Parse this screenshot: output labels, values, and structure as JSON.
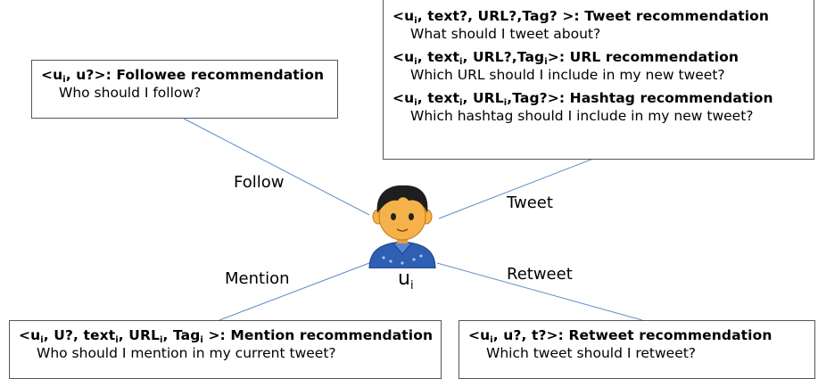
{
  "center_node": {
    "label_main": "u",
    "label_sub": "i"
  },
  "edges": {
    "follow": "Follow",
    "tweet": "Tweet",
    "mention": "Mention",
    "retweet": "Retweet"
  },
  "boxes": {
    "followee": {
      "heading_parts": [
        "<u",
        "i",
        ", u?>: Followee recommendation"
      ],
      "question": "Who should I follow?"
    },
    "tweet": {
      "items": [
        {
          "heading_parts": [
            "<u",
            "i",
            ", text?, URL?,Tag? >: Tweet recommendation"
          ],
          "question": "What should I tweet about?"
        },
        {
          "heading_parts": [
            "<u",
            "i",
            ", text",
            "i",
            ", URL?,Tag",
            "i",
            ">: URL recommendation"
          ],
          "question": "Which URL should I include in my new tweet?"
        },
        {
          "heading_parts": [
            "<u",
            "i",
            ", text",
            "i",
            ", URL",
            "i",
            ",Tag?>:  Hashtag recommendation"
          ],
          "question": "Which hashtag should I include in my new tweet?"
        }
      ]
    },
    "mention": {
      "heading_parts": [
        "<u",
        "i",
        ", U?, text",
        "i",
        ", URL",
        "i",
        ", Tag",
        "i",
        " >: Mention recommendation"
      ],
      "question": "Who should I mention in my current tweet?"
    },
    "retweet": {
      "heading_parts": [
        "<u",
        "i",
        ", u?, t?>: Retweet recommendation"
      ],
      "question": "Which tweet should I retweet?"
    }
  },
  "colors": {
    "edge_line": "#5b8ec9",
    "box_border": "#555555",
    "shirt": "#2f5fb3",
    "hair": "#1e1e1e",
    "skin": "#f6b24a"
  }
}
